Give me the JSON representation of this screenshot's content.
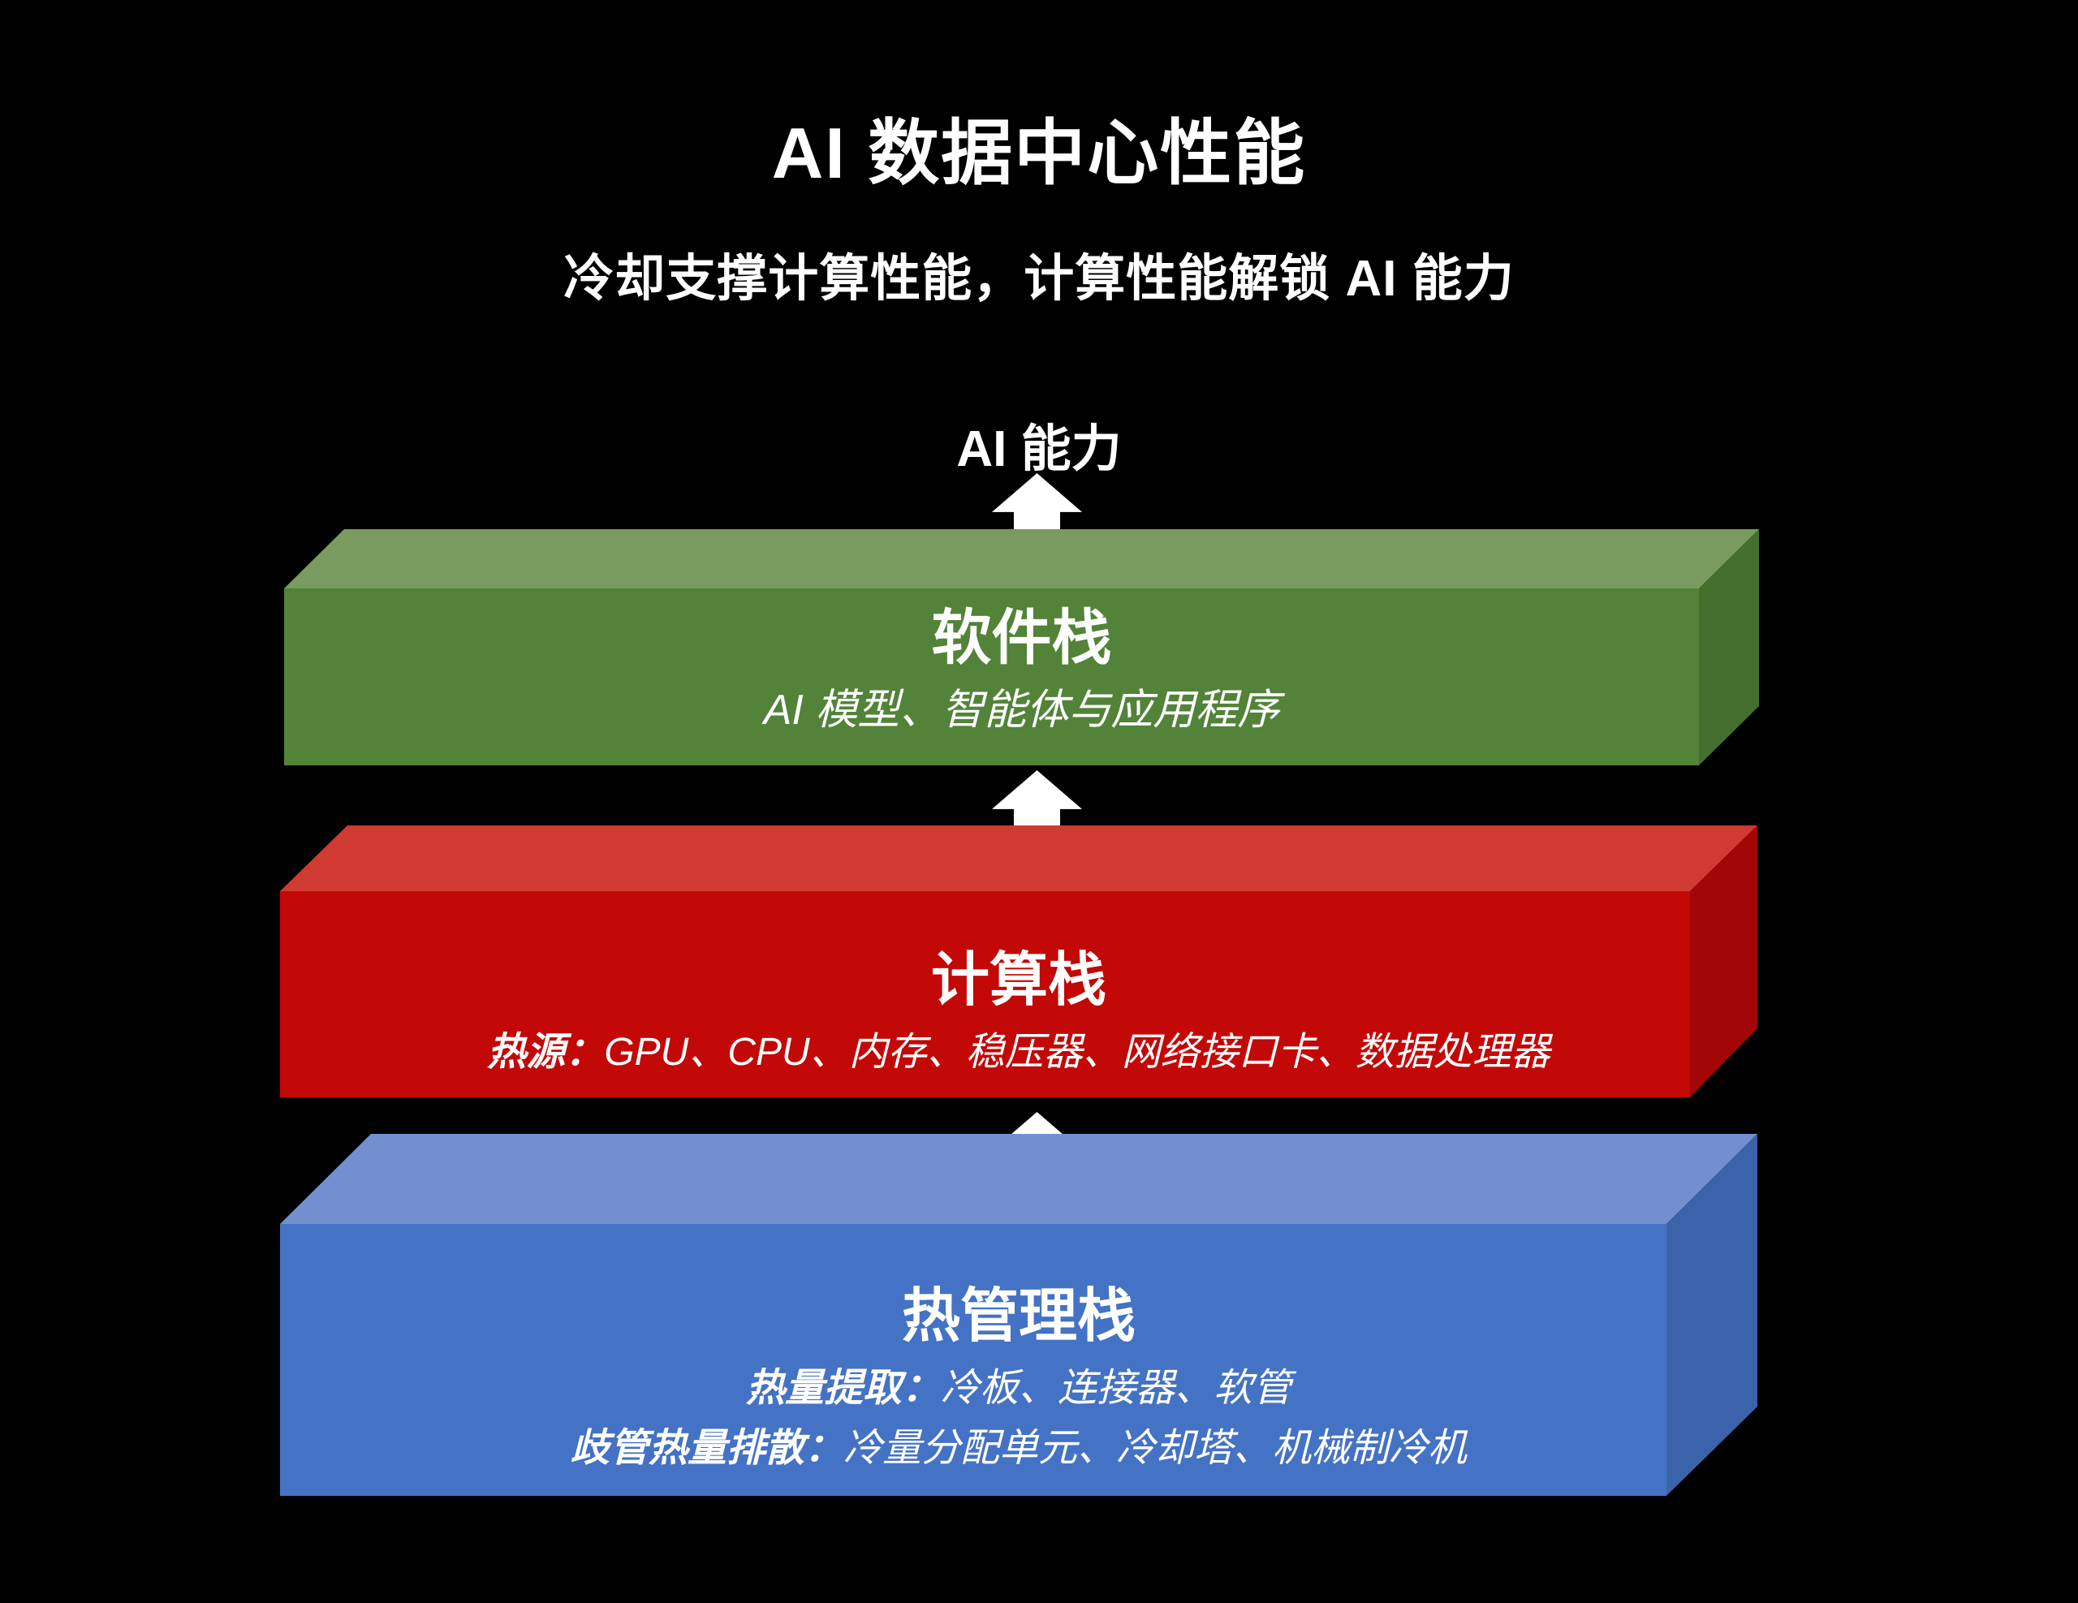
{
  "slide": {
    "title": "AI 数据中心性能",
    "subtitle": "冷却支撑计算性能，计算性能解锁 AI 能力",
    "outcome_label": "AI 能力",
    "background_color": "#000000",
    "arrow_color": "#FFFFFF",
    "text_color": "#FFFFFF"
  },
  "layers": [
    {
      "id": "software-stack",
      "title": "软件栈",
      "lines": [
        {
          "prefix": "",
          "text": "AI 模型、智能体与应用程序"
        }
      ],
      "colors": {
        "front": "#528338",
        "top": "#7A9B5F",
        "side": "#456F2C"
      }
    },
    {
      "id": "compute-stack",
      "title": "计算栈",
      "lines": [
        {
          "prefix": "热源：",
          "text": "GPU、CPU、内存、稳压器、网络接口卡、数据处理器"
        }
      ],
      "colors": {
        "front": "#C30808",
        "top": "#D03A33",
        "side": "#A30606"
      }
    },
    {
      "id": "thermal-management-stack",
      "title": "热管理栈",
      "lines": [
        {
          "prefix": "热量提取：",
          "text": "冷板、连接器、软管"
        },
        {
          "prefix": "歧管热量排散：",
          "text": "冷量分配单元、冷却塔、机械制冷机"
        }
      ],
      "colors": {
        "front": "#4472C4",
        "top": "#728FD0",
        "side": "#3A63A9"
      }
    }
  ]
}
